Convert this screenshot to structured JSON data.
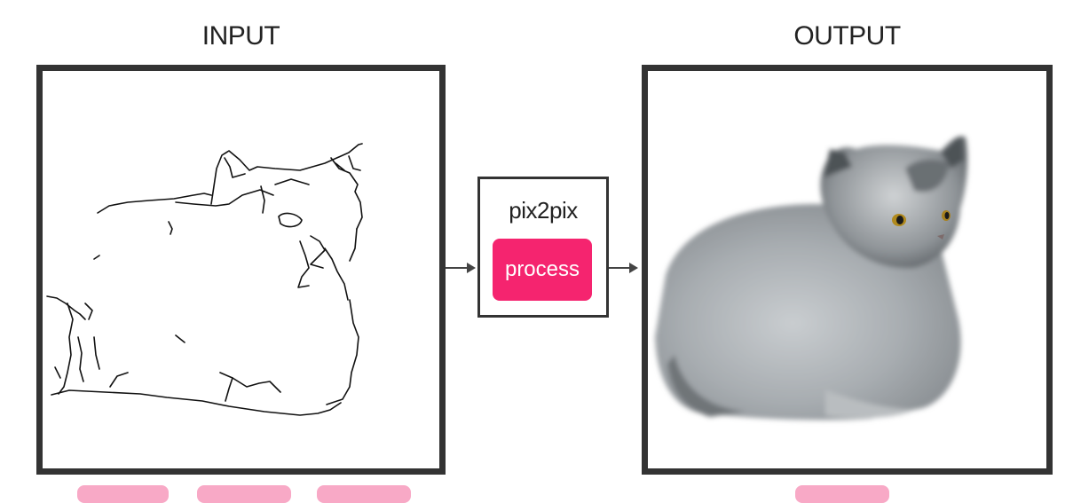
{
  "input_panel": {
    "title": "INPUT"
  },
  "output_panel": {
    "title": "OUTPUT"
  },
  "model": {
    "name": "pix2pix",
    "process_label": "process"
  },
  "colors": {
    "accent": "#f5246f",
    "accent_faded": "#f8a9c6",
    "frame": "#333333"
  },
  "input_toolbar": [
    "",
    "",
    ""
  ],
  "output_toolbar": [
    ""
  ]
}
